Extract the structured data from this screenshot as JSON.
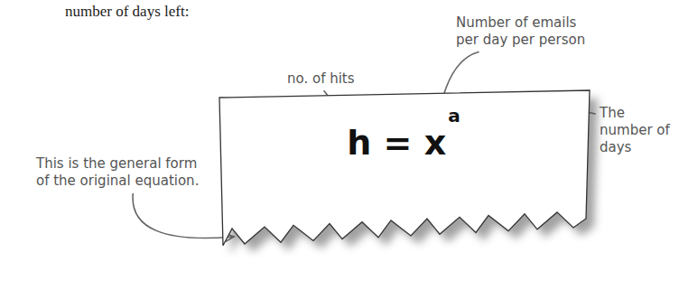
{
  "diagram": {
    "nodes": [
      {
        "text": [
          "h = x",
          "a"
        ]
      }
    ],
    "labels": [
      "number of days left:",
      "Number of emails per day per person",
      "no. of hits",
      "The number of days",
      "This is the general form of the original equation."
    ]
  }
}
